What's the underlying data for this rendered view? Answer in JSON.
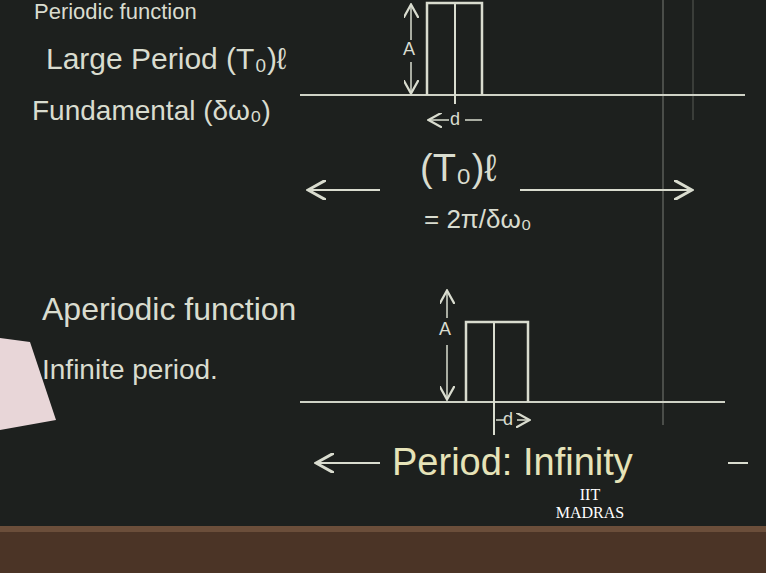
{
  "diagram": {
    "labels": [
      "Periodic function",
      "Large Period (T₀)ℓ",
      "Fundamental (δω₀)",
      "A",
      "d",
      "(T₀)ℓ",
      "= 2π/δω₀",
      "Aperiodic function",
      "Infinite period.",
      "A",
      "d",
      "Period: Infinity",
      "IIT MADRAS"
    ]
  }
}
